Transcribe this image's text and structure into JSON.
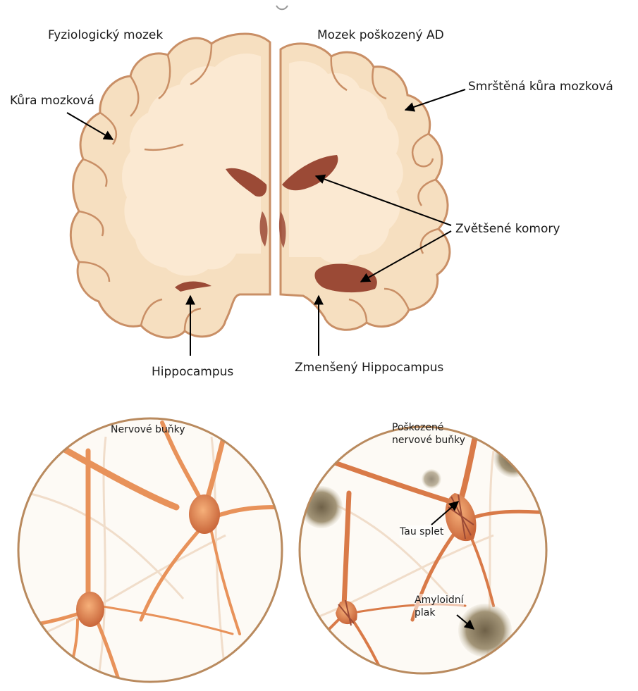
{
  "brains": {
    "healthy_title": "Fyziologický mozek",
    "ad_title": "Mozek poškozený AD"
  },
  "labels": {
    "cortex": "Kůra mozková",
    "shrunken_cortex": "Smrštěná kůra mozková",
    "enlarged_ventricles": "Zvětšené komory",
    "hippocampus": "Hippocampus",
    "shrunken_hippocampus": "Zmenšený Hippocampus"
  },
  "cells": {
    "healthy_title": "Nervové buňky",
    "damaged_title_line1": "Poškozené",
    "damaged_title_line2": "nervové buňky",
    "tau": "Tau splet",
    "amyloid_line1": "Amyloidní",
    "amyloid_line2": "plak"
  },
  "colors": {
    "brain_fill": "#f6dfc0",
    "brain_outline": "#c98f66",
    "ventricle": "#9b4a36",
    "neuron": "#e8925a",
    "circle_border": "#b98a5e",
    "plaque": "#8f8066"
  }
}
